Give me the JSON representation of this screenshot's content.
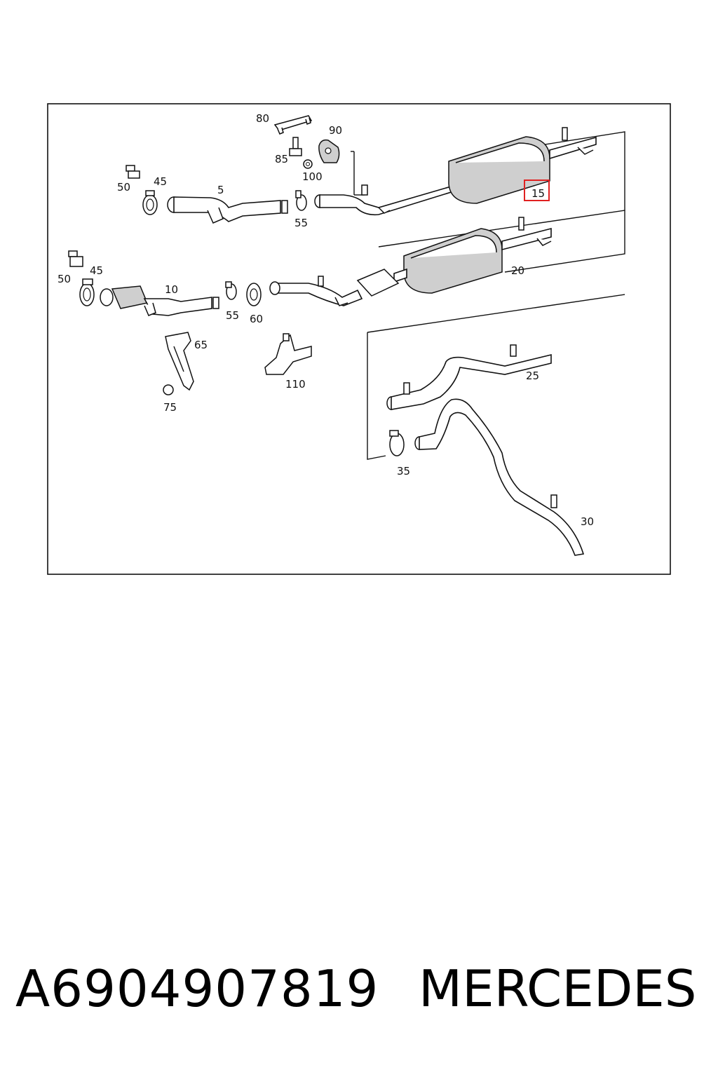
{
  "diagram": {
    "labels": {
      "p5": "5",
      "p10": "10",
      "p15": "15",
      "p20": "20",
      "p25": "25",
      "p30": "30",
      "p35": "35",
      "p45a": "45",
      "p45b": "45",
      "p50a": "50",
      "p50b": "50",
      "p55a": "55",
      "p55b": "55",
      "p60": "60",
      "p65": "65",
      "p75": "75",
      "p80": "80",
      "p85": "85",
      "p90": "90",
      "p100": "100",
      "p110": "110"
    },
    "highlight_color": "#e02020"
  },
  "footer": {
    "part_number": "A6904907819",
    "brand": "MERCEDES"
  }
}
